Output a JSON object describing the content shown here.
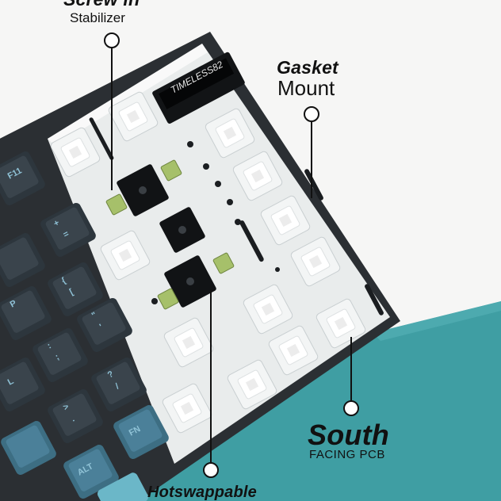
{
  "callouts": {
    "screw_in": {
      "title": "Screw in",
      "subtitle": "Stabilizer"
    },
    "gasket": {
      "title": "Gasket",
      "subtitle": "Mount"
    },
    "south": {
      "title": "South",
      "subtitle": "FACING PCB"
    },
    "hotswap": {
      "title": "Hotswappable"
    }
  },
  "oled": {
    "text": "TIMELESS82"
  },
  "keycaps": {
    "f11": "F11",
    "plus": "+",
    "equals": "=",
    "p": "P",
    "l": "L",
    "brace": "{",
    "bracket": "[",
    "colon": ":",
    "semicolon": ";",
    "quote": "\"",
    "apos": "'",
    "question": "?",
    "slash": "/",
    "gt": ">",
    "dot": ".",
    "fn": "FN",
    "alt": "ALT"
  },
  "colors": {
    "background": "#f6f6f5",
    "desk_mat": "#3f9ea3",
    "plate": "#e9ecec",
    "case": "#2b2f33",
    "keycap_dark": "#2d363d",
    "keycap_blue": "#3d6e83",
    "stabilizer": "#a6c06a",
    "text": "#111111"
  }
}
